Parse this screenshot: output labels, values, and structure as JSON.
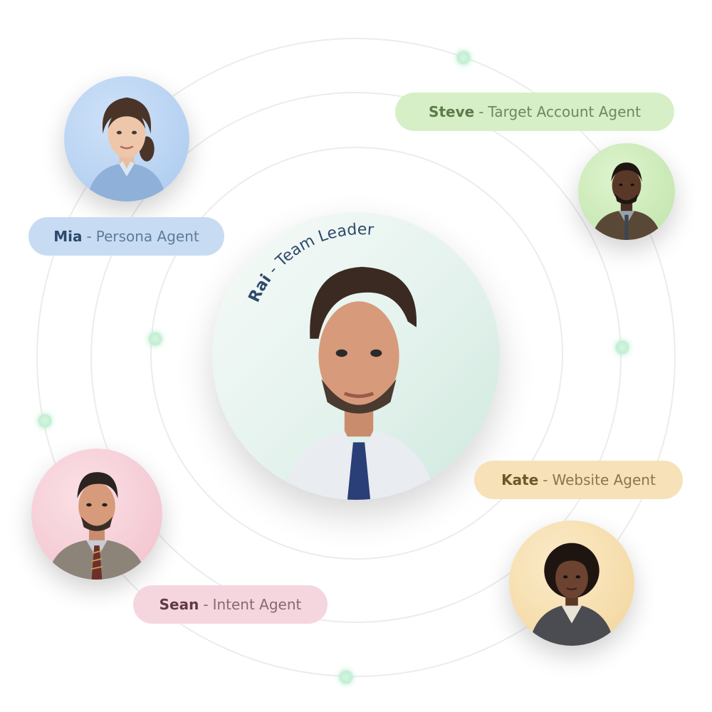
{
  "team_leader": {
    "name": "Rai",
    "separator": " - ",
    "role": "Team Leader"
  },
  "agents": [
    {
      "name": "Mia",
      "separator": "-",
      "role": "Persona Agent"
    },
    {
      "name": "Steve",
      "separator": "-",
      "role": "Target Account Agent"
    },
    {
      "name": "Kate",
      "separator": "-",
      "role": "Website Agent"
    },
    {
      "name": "Sean",
      "separator": "-",
      "role": "Intent Agent"
    }
  ],
  "colors": {
    "mia": "#c7dcf3",
    "steve": "#d6efc7",
    "kate": "#f6e1b8",
    "sean": "#f6d6de",
    "orbit_ring": "#ececec",
    "orbit_dot": "#c3efd4",
    "leader_title": "#2e4a6b"
  },
  "icons": {
    "mia": "woman-portrait",
    "steve": "man-portrait",
    "kate": "woman-portrait",
    "sean": "man-portrait",
    "rai": "man-portrait"
  }
}
